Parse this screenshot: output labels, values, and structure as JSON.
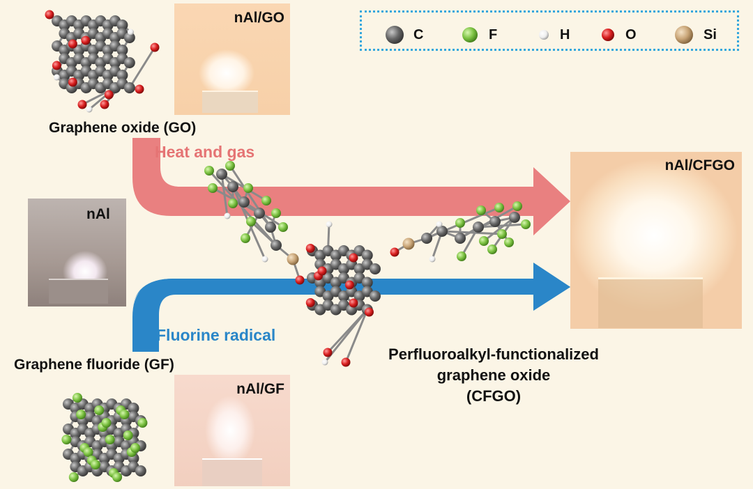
{
  "legend": {
    "items": [
      {
        "symbol": "C",
        "color": "#666666"
      },
      {
        "symbol": "F",
        "color": "#7cc242"
      },
      {
        "symbol": "H",
        "color": "#f2f2f2"
      },
      {
        "symbol": "O",
        "color": "#d81e1e"
      },
      {
        "symbol": "Si",
        "color": "#c9a577"
      }
    ]
  },
  "labels": {
    "go": "Graphene oxide (GO)",
    "gf": "Graphene fluoride (GF)",
    "heat": "Heat and gas",
    "fluorine": "Fluorine radical",
    "cfgo_line1": "Perfluoroalkyl-functionalized",
    "cfgo_line2": "graphene oxide",
    "cfgo_line3": "(CFGO)"
  },
  "photos": {
    "nal_go": "nAl/GO",
    "nal": "nAl",
    "nal_gf": "nAl/GF",
    "nal_cfgo": "nAl/CFGO"
  },
  "colors": {
    "arrow_heat": "#e98080",
    "arrow_fluorine": "#2a86c8",
    "heat_text": "#e57474",
    "fluorine_text": "#2a86c8",
    "legend_border": "#35a7dd",
    "background": "#fbf5e6"
  }
}
